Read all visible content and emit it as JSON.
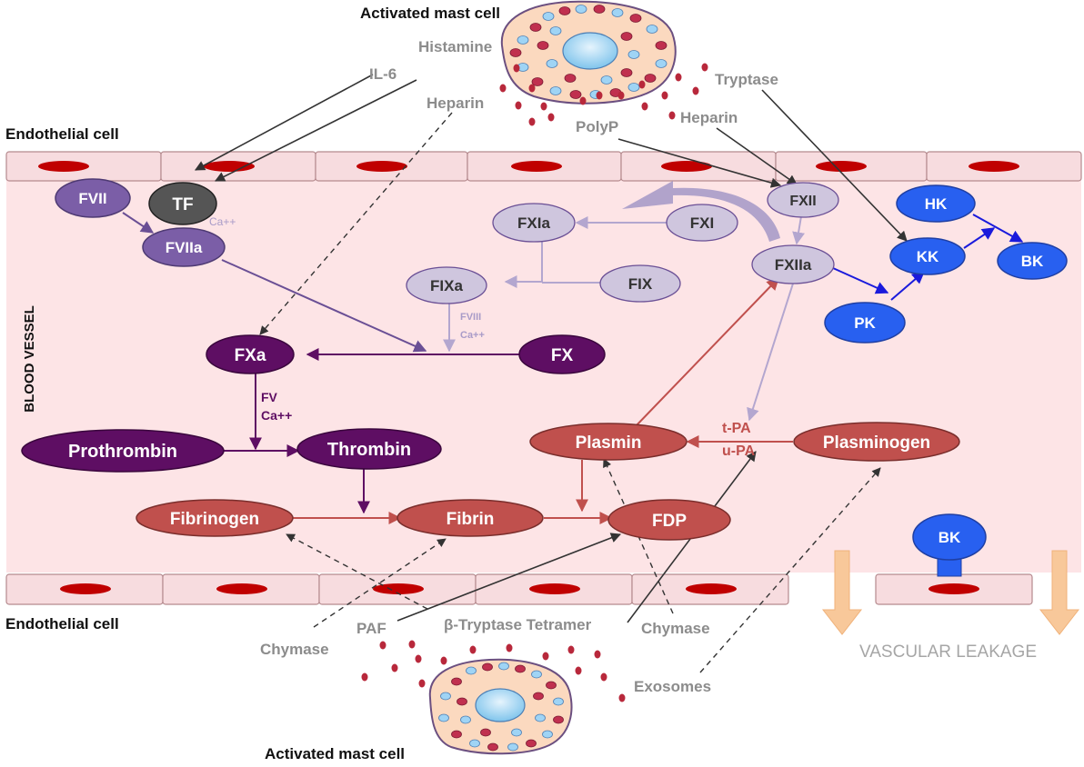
{
  "labels": {
    "mast_cell_top": "Activated mast cell",
    "mast_cell_bottom": "Activated mast cell",
    "endothelial_top": "Endothelial cell",
    "endothelial_bottom": "Endothelial cell",
    "blood_vessel": "BLOOD VESSEL",
    "vascular_leakage": "VASCULAR LEAKAGE"
  },
  "mediators": {
    "histamine": "Histamine",
    "il6": "IL-6",
    "heparin_left": "Heparin",
    "polyp": "PolyP",
    "heparin_right": "Heparin",
    "tryptase": "Tryptase",
    "chymase_left": "Chymase",
    "paf": "PAF",
    "beta_tryptase": "β-Tryptase Tetramer",
    "chymase_right": "Chymase",
    "exosomes": "Exosomes"
  },
  "cofactors": {
    "ca_tf": "Ca++",
    "fviii": "FVIII",
    "ca_fix": "Ca++",
    "fv": "FV",
    "ca_fx": "Ca++",
    "tpa": "t-PA",
    "upa": "u-PA"
  },
  "nodes": {
    "fvii": "FVII",
    "tf": "TF",
    "fviia": "FVIIa",
    "fxia": "FXIa",
    "fxi": "FXI",
    "fixa": "FIXa",
    "fix": "FIX",
    "fxii": "FXII",
    "fxiia": "FXIIa",
    "hk": "HK",
    "kk": "KK",
    "bk": "BK",
    "pk": "PK",
    "bk_receptor": "BK",
    "fxa": "FXa",
    "fx": "FX",
    "prothrombin": "Prothrombin",
    "thrombin": "Thrombin",
    "plasmin": "Plasmin",
    "plasminogen": "Plasminogen",
    "fibrinogen": "Fibrinogen",
    "fibrin": "Fibrin",
    "fdp": "FDP"
  },
  "colors": {
    "vessel": "#fde4e6",
    "extrinsic": "#7b5ea7",
    "tf": "#555555",
    "intrinsic": "#cfc6de",
    "intrinsic_arrow": "#b3a6cf",
    "kinin": "#2860f0",
    "common": "#5e0e63",
    "fibrinolysis": "#c0504d",
    "mediator_text": "#8c8c8c",
    "leakage_arrow": "#f8c89a"
  }
}
